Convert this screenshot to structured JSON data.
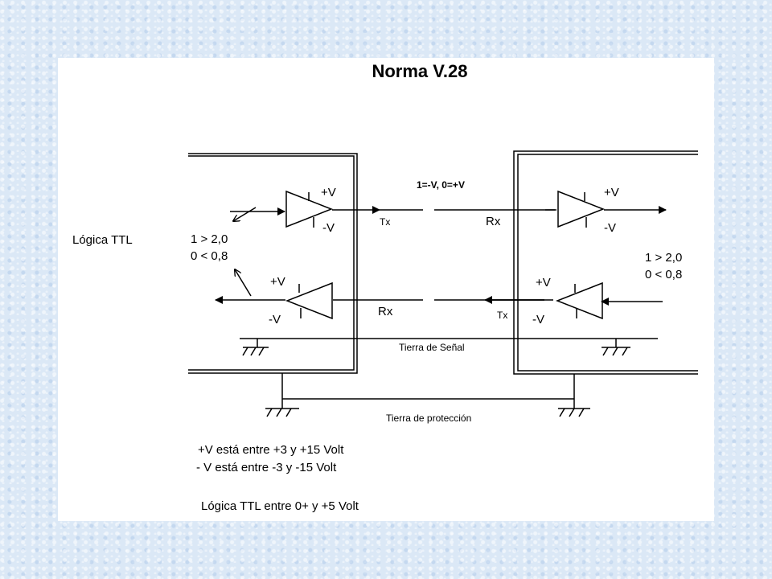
{
  "title": "Norma V.28",
  "logic_levels": "1=-V, 0=+V",
  "plus_v": "+V",
  "minus_v": "-V",
  "tx": "Tx",
  "rx": "Rx",
  "ttl_logic_label": "Lógica TTL",
  "ttl_one": "1 > 2,0",
  "ttl_zero": "0 < 0,8",
  "signal_ground": "Tierra de Señal",
  "protection_ground": "Tierra de protección",
  "notes": [
    "+V está entre +3 y +15 Volt",
    "- V está entre  -3 y -15 Volt",
    "Lógica TTL entre 0+ y +5 Volt"
  ]
}
